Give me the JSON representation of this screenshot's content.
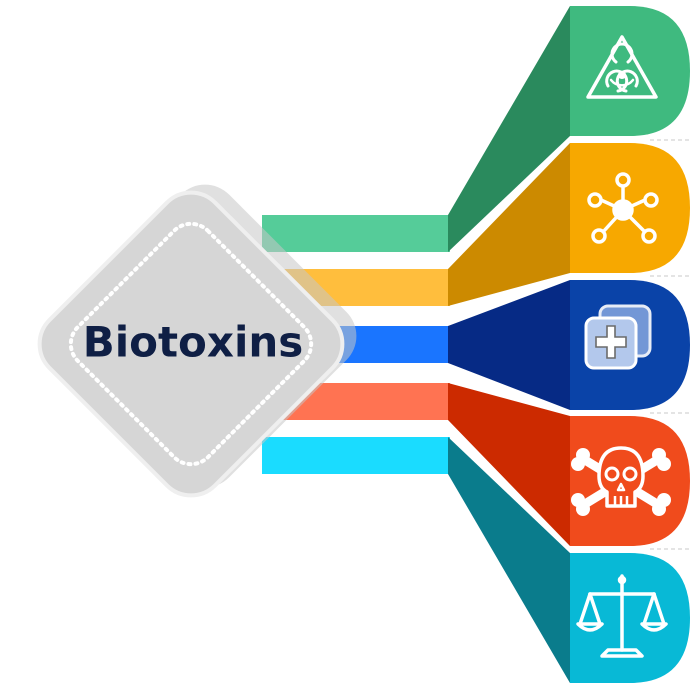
{
  "center": {
    "title": "Biotoxins"
  },
  "colors": {
    "diamond_fill": "#d6d6d6",
    "diamond_border": "#efefef",
    "title": "#0f1f45",
    "dashed_divider": "#c9c9c9"
  },
  "branches": [
    {
      "name": "biohazard",
      "icon": "biohazard-icon",
      "colors": {
        "bar": "#55cc99",
        "band": "#2a8a5d",
        "tab": "#3fba7f"
      }
    },
    {
      "name": "molecule",
      "icon": "molecule-network-icon",
      "colors": {
        "bar": "#ffbe3d",
        "band": "#cc8a00",
        "tab": "#f7a800"
      }
    },
    {
      "name": "medical",
      "icon": "medical-cross-icon",
      "colors": {
        "bar": "#1a75ff",
        "band": "#062a85",
        "tab": "#0a43a8"
      }
    },
    {
      "name": "poison",
      "icon": "skull-crossbones-icon",
      "colors": {
        "bar": "#ff7352",
        "band": "#cc2a00",
        "tab": "#f04b1c"
      }
    },
    {
      "name": "law",
      "icon": "scales-of-justice-icon",
      "colors": {
        "bar": "#1adcff",
        "band": "#0a7c8c",
        "tab": "#08b9d6"
      }
    }
  ]
}
